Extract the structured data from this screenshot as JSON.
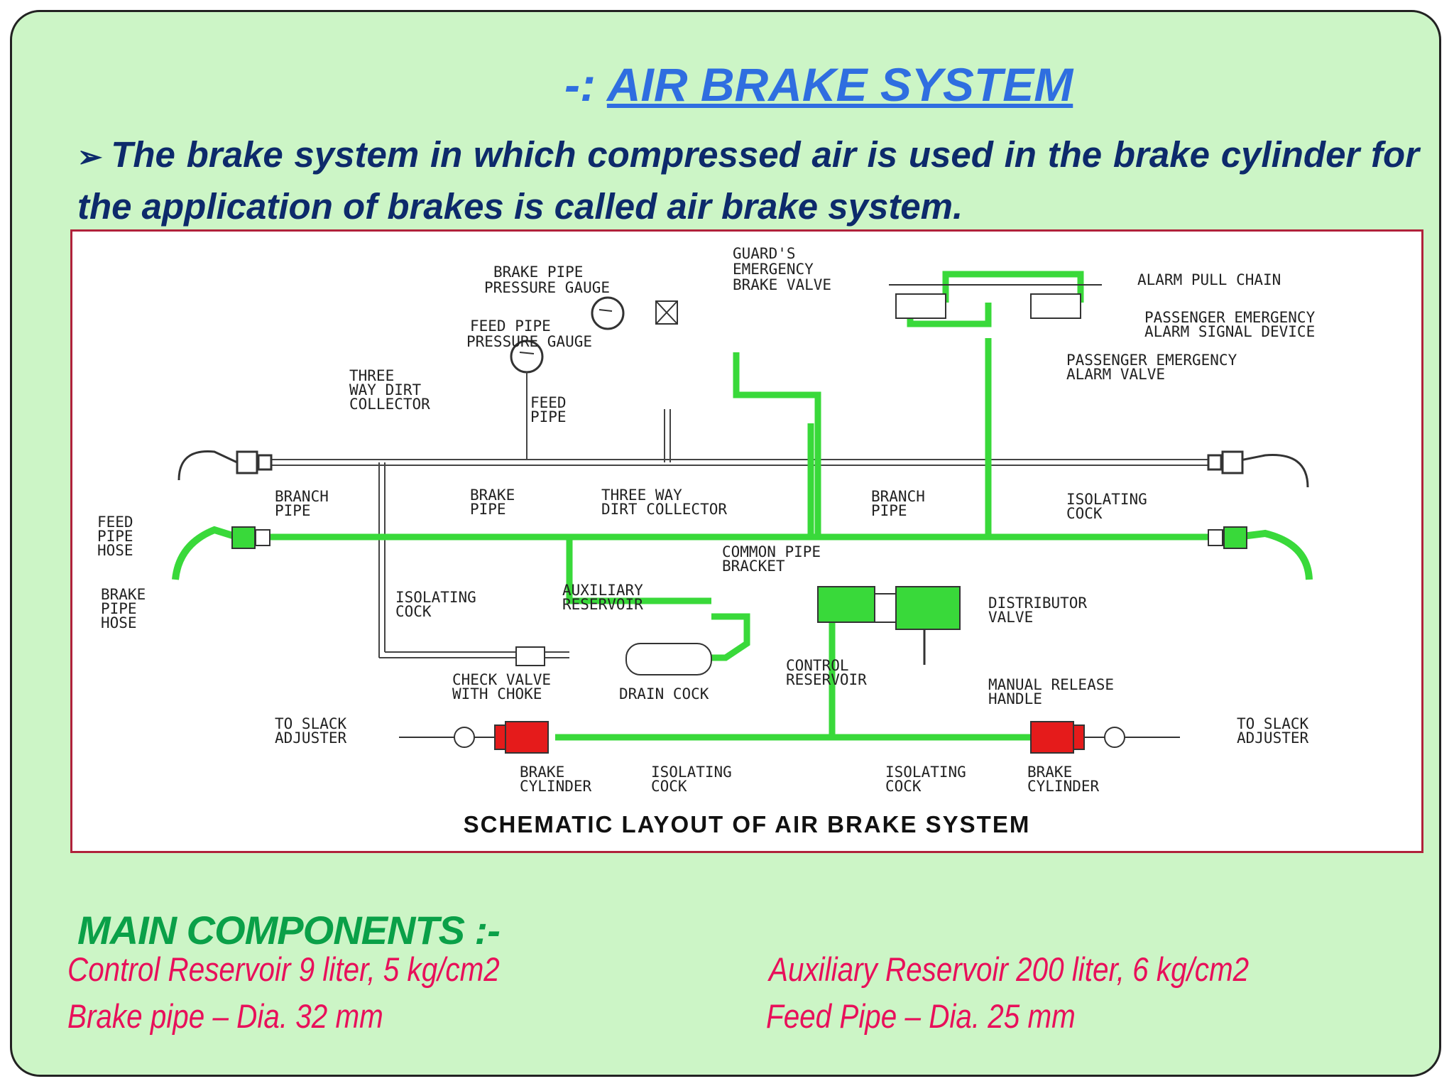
{
  "title": {
    "prefix": "-: ",
    "text": "AIR BRAKE SYSTEM"
  },
  "intro": {
    "bullet": "➢",
    "text": "The brake system in which compressed air is used in the brake cylinder for the application of brakes is called air brake  system."
  },
  "diagram": {
    "caption": "SCHEMATIC LAYOUT OF AIR BRAKE SYSTEM",
    "labels": {
      "guards_1": "GUARD'S",
      "guards_2": "EMERGENCY",
      "guards_3": "BRAKE  VALVE",
      "bpg_1": "BRAKE  PIPE",
      "bpg_2": "PRESSURE  GAUGE",
      "fpg_1": "FEED  PIPE",
      "fpg_2": "PRESSURE  GAUGE",
      "alarm_chain": "ALARM  PULL  CHAIN",
      "paad_1": "PASSENGER  EMERGENCY",
      "paad_2": "ALARM  SIGNAL  DEVICE",
      "paav_1": "PASSENGER  EMERGENCY",
      "paav_2": "ALARM  VALVE",
      "tdc_1": "THREE",
      "tdc_2": "WAY  DIRT",
      "tdc_3": "COLLECTOR",
      "feed_pipe_1": "FEED",
      "feed_pipe_2": "PIPE",
      "branch_l_1": "BRANCH",
      "branch_l_2": "PIPE",
      "brake_pipe_1": "BRAKE",
      "brake_pipe_2": "PIPE",
      "tdc2_1": "THREE  WAY",
      "tdc2_2": "DIRT  COLLECTOR",
      "branch_r_1": "BRANCH",
      "branch_r_2": "PIPE",
      "iso_r_1": "ISOLATING",
      "iso_r_2": "COCK",
      "fph_1": "FEED",
      "fph_2": "PIPE",
      "fph_3": "HOSE",
      "bph_1": "BRAKE",
      "bph_2": "PIPE",
      "bph_3": "HOSE",
      "cpb_1": "COMMON  PIPE",
      "cpb_2": "BRACKET",
      "iso_l_1": "ISOLATING",
      "iso_l_2": "COCK",
      "aux_1": "AUXILIARY",
      "aux_2": "RESERVOIR",
      "dv_1": "DISTRIBUTOR",
      "dv_2": "VALVE",
      "cr_1": "CONTROL",
      "cr_2": "RESERVOIR",
      "cv_1": "CHECK  VALVE",
      "cv_2": "WITH  CHOKE",
      "drain": "DRAIN  COCK",
      "mrh_1": "MANUAL  RELEASE",
      "mrh_2": "HANDLE",
      "tsa_l_1": "TO  SLACK",
      "tsa_l_2": "ADJUSTER",
      "tsa_r_1": "TO  SLACK",
      "tsa_r_2": "ADJUSTER",
      "bc_l_1": "BRAKE",
      "bc_l_2": "CYLINDER",
      "isob_l_1": "ISOLATING",
      "isob_l_2": "COCK",
      "isob_r_1": "ISOLATING",
      "isob_r_2": "COCK",
      "bc_r_1": "BRAKE",
      "bc_r_2": "CYLINDER"
    },
    "colors": {
      "brake_pipe": "#39d93a",
      "cylinder": "#e51b1b",
      "line": "#333333"
    }
  },
  "components": {
    "heading": "MAIN COMPONENTS :-",
    "control_reservoir": "Control Reservoir  9 liter, 5 kg/cm2",
    "auxiliary_reservoir": "Auxiliary Reservoir  200 liter, 6 kg/cm2",
    "brake_pipe": "Brake pipe – Dia. 32 mm",
    "feed_pipe": "Feed Pipe – Dia. 25 mm"
  }
}
